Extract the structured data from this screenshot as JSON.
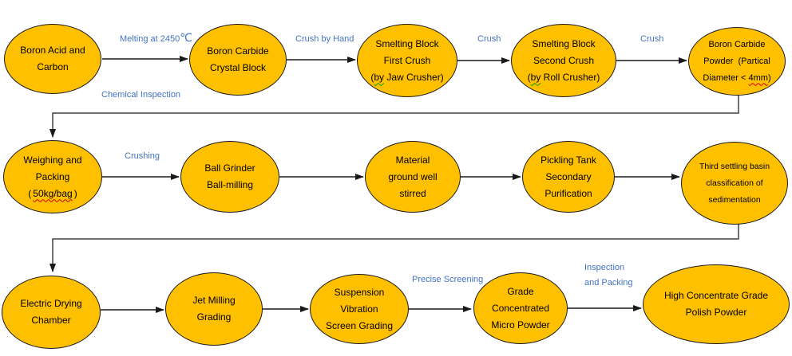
{
  "colors": {
    "node_fill": "#FFC000",
    "node_border": "#1a1a1a",
    "arrow_color": "#1a1a1a",
    "connector_color": "#404040",
    "label_color": "#4472C4",
    "background": "#ffffff"
  },
  "rows": [
    {
      "nodes": [
        {
          "lines": [
            "Boron Acid and",
            "Carbon"
          ]
        },
        {
          "lines": [
            "Boron Carbide",
            "Crystal Block"
          ]
        },
        {
          "lines": [
            "Smelting Block",
            "First Crush"
          ],
          "l3_pre": "(",
          "l3_mark": "by",
          "l3_post": " Jaw Crusher)"
        },
        {
          "lines": [
            "Smelting Block",
            "Second Crush"
          ],
          "l3_pre": "(",
          "l3_mark": "by",
          "l3_post": " Roll Crusher)"
        },
        {
          "lines": [
            "Boron Carbide",
            "Powder  (Partical"
          ],
          "l3_pre": "Diameter < ",
          "l3_mark": "4mm",
          "l3_post": ")"
        }
      ]
    },
    {
      "nodes": [
        {
          "lines": [
            "Weighing and",
            "Packing"
          ],
          "l3_pre": "(",
          "l3_mark": "50kg/bag",
          "l3_post": ")"
        },
        {
          "lines": [
            "Ball Grinder",
            "Ball-milling"
          ]
        },
        {
          "lines": [
            "Material",
            "ground well",
            "stirred"
          ]
        },
        {
          "lines": [
            "Pickling Tank",
            "Secondary",
            "Purification"
          ]
        },
        {
          "lines": [
            "Third settling basin",
            "classification of",
            "sedimentation"
          ]
        }
      ]
    },
    {
      "nodes": [
        {
          "lines": [
            "Electric Drying",
            "Chamber"
          ]
        },
        {
          "lines": [
            "Jet Milling",
            "Grading"
          ]
        },
        {
          "lines": [
            "Suspension",
            "Vibration",
            "Screen Grading"
          ]
        },
        {
          "lines": [
            "Grade",
            "Concentrated",
            "Micro Powder"
          ]
        },
        {
          "lines": [
            "High Concentrate Grade",
            "Polish Powder"
          ]
        }
      ]
    }
  ],
  "edge_labels": {
    "melting_text": "Melting at 2450",
    "melting_unit": "℃",
    "crush_by_hand": "Crush by Hand",
    "crush_2": "Crush",
    "crush_3": "Crush",
    "chemical_inspection": "Chemical Inspection",
    "crushing": "Crushing",
    "precise_screening": "Precise Screening",
    "inspection_line1": "Inspection",
    "inspection_line2": "and Packing"
  }
}
